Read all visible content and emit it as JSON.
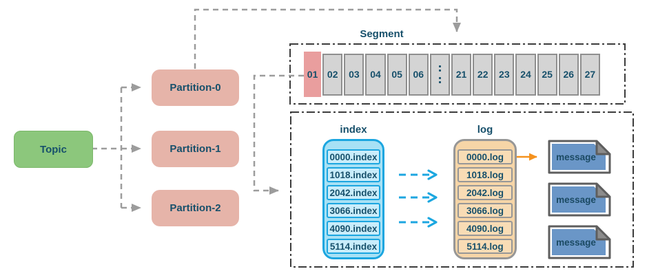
{
  "topic": {
    "label": "Topic"
  },
  "partitions": [
    {
      "label": "Partition-0"
    },
    {
      "label": "Partition-1"
    },
    {
      "label": "Partition-2"
    }
  ],
  "segment": {
    "label": "Segment",
    "cells_left": [
      "01",
      "02",
      "03",
      "04",
      "05",
      "06"
    ],
    "cells_right": [
      "21",
      "22",
      "23",
      "24",
      "25",
      "26",
      "27"
    ]
  },
  "files": {
    "index_label": "index",
    "log_label": "log",
    "index_files": [
      "0000.index",
      "1018.index",
      "2042.index",
      "3066.index",
      "4090.index",
      "5114.index"
    ],
    "log_files": [
      "0000.log",
      "1018.log",
      "2042.log",
      "3066.log",
      "4090.log",
      "5114.log"
    ],
    "message_label": "message",
    "message_count": 3
  },
  "colors": {
    "topic_green": "#8cc77c",
    "partition_salmon": "#e6b4a9",
    "segment_first_cell": "#e99e9e",
    "segment_cell_gray": "#d4d4d4",
    "index_cyan": "#1ca6e0",
    "index_fill": "#a7e1f5",
    "index_row_fill": "#c9edfb",
    "log_fill": "#f6d5a7",
    "log_row_fill": "#f8dcb5",
    "message_blue": "#6a96c7",
    "arrow_orange": "#f5921e",
    "arrow_blue": "#1ba7e0",
    "connector_gray": "#9c9c9c",
    "box_border": "#3c3c3c",
    "text_navy": "#17506b"
  }
}
